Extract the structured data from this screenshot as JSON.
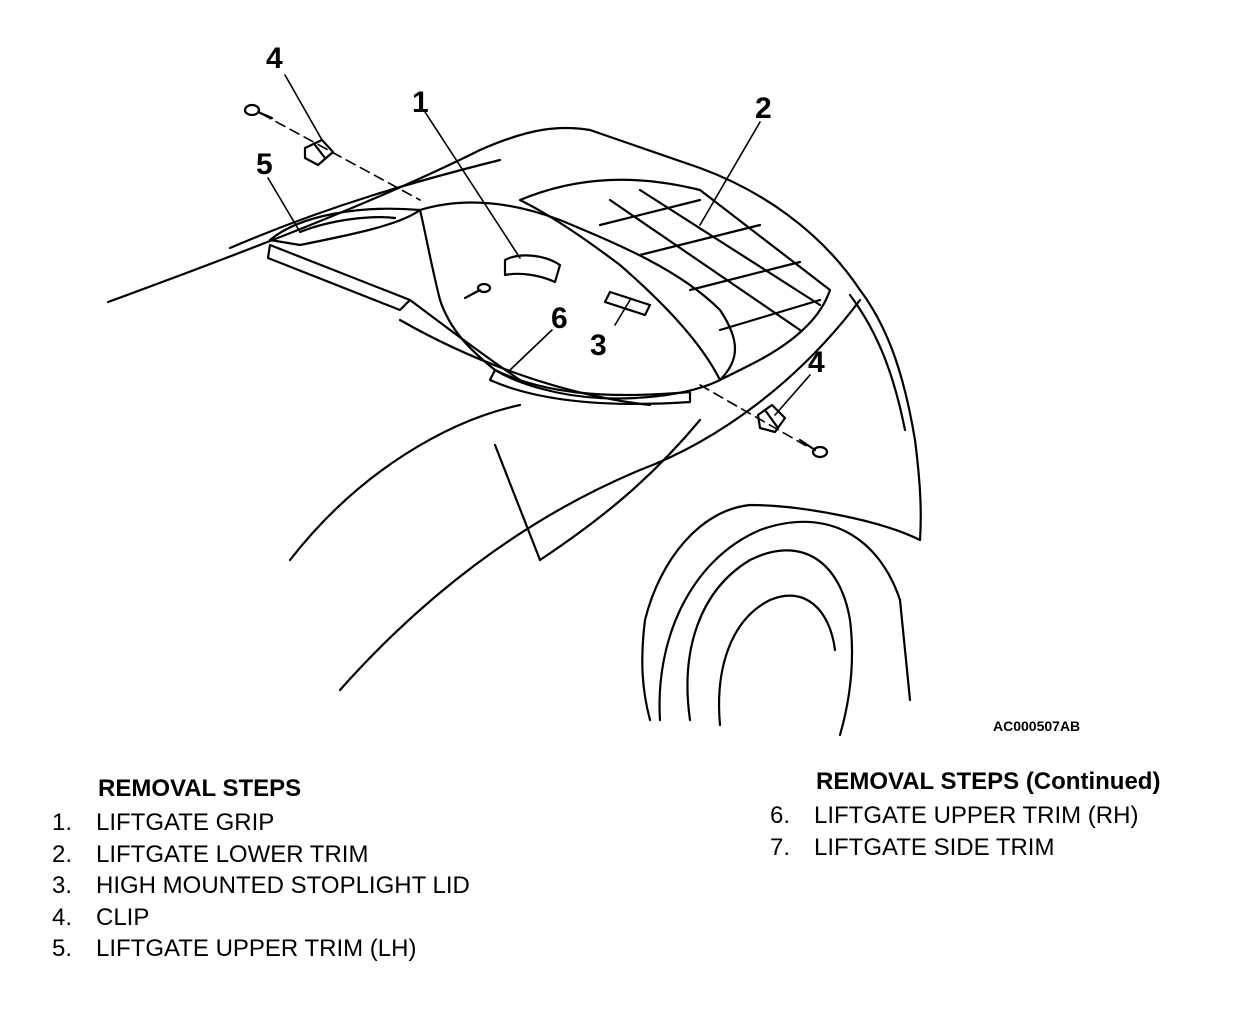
{
  "figure": {
    "code": "AC000507AB",
    "callouts": [
      "1",
      "2",
      "3",
      "4",
      "4",
      "5",
      "6"
    ]
  },
  "steps_left": {
    "heading": "REMOVAL STEPS",
    "items": [
      {
        "num": "1.",
        "label": "LIFTGATE GRIP"
      },
      {
        "num": "2.",
        "label": "LIFTGATE LOWER TRIM"
      },
      {
        "num": "3.",
        "label": "HIGH MOUNTED STOPLIGHT LID"
      },
      {
        "num": "4.",
        "label": "CLIP"
      },
      {
        "num": "5.",
        "label": "LIFTGATE UPPER TRIM (LH)"
      }
    ]
  },
  "steps_right": {
    "heading": "REMOVAL STEPS (Continued)",
    "items": [
      {
        "num": "6.",
        "label": "LIFTGATE UPPER TRIM (RH)"
      },
      {
        "num": "7.",
        "label": "LIFTGATE SIDE TRIM"
      }
    ]
  }
}
